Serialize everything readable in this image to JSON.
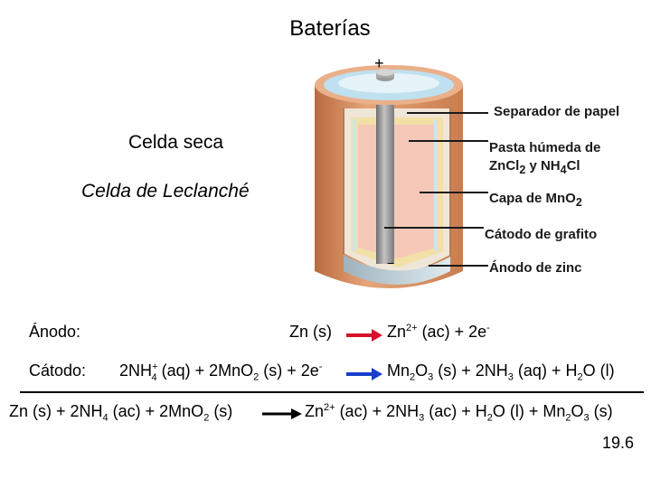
{
  "title": "Baterías",
  "left_labels": {
    "celda_seca": "Celda seca",
    "celda_leclanche": "Celda de Leclanché"
  },
  "battery": {
    "plus_sign": "+",
    "minus_sign": "−",
    "labels": {
      "separador": "Separador de papel",
      "pasta_line1": "Pasta húmeda de",
      "pasta_zncl": "ZnCl",
      "pasta_sub1": "2",
      "pasta_y": " y NH",
      "pasta_sub2": "4",
      "pasta_cl": "Cl",
      "capa": "Capa de MnO",
      "capa_sub": "2",
      "catodo": "Cátodo de grafito",
      "anodo": "Ánodo de zinc"
    }
  },
  "reactions": {
    "anodo": {
      "label": "Ánodo:",
      "left": "Zn (s)",
      "r_zn": "Zn",
      "r_charge": "2+",
      "r_phase": " (ac) + 2e",
      "r_e_sup": "-"
    },
    "catodo": {
      "label": "Cátodo:",
      "l_nh": "2NH",
      "l_sup": "+",
      "l_sub": "4",
      "l_mid": " (aq) + 2MnO",
      "l_sub2": "2",
      "l_end": " (s) + 2e",
      "l_e_sup": "-",
      "r_mn": "Mn",
      "r_sub1": "2",
      "r_o": "O",
      "r_sub2": "3",
      "r_mid": " (s) + 2NH",
      "r_sub3": "3",
      "r_mid2": " (aq) + H",
      "r_sub4": "2",
      "r_end": "O (l)"
    },
    "overall": {
      "l_a": "Zn (s) + 2NH",
      "l_sub1": "4",
      "l_b": " (ac) + 2MnO",
      "l_sub2": "2",
      "l_c": " (s)",
      "r_a": "Zn",
      "r_sup": "2+",
      "r_b": " (ac) + 2NH",
      "r_sub1": "3",
      "r_c": " (ac) + H",
      "r_sub2": "2",
      "r_d": "O (l) + Mn",
      "r_sub3": "2",
      "r_e": "O",
      "r_sub4": "3",
      "r_f": " (s)"
    }
  },
  "page_number": "19.6",
  "colors": {
    "arrow_red": "#d8102a",
    "arrow_blue": "#1a3ccc",
    "arrow_black": "#000000",
    "zinc_orange": "#d99062",
    "paste_pink": "#f5c8b8",
    "mno2_yellow": "#f2e0a6",
    "separator_blue": "#cfe4f0",
    "graphite_grey": "#8d8d8d"
  }
}
